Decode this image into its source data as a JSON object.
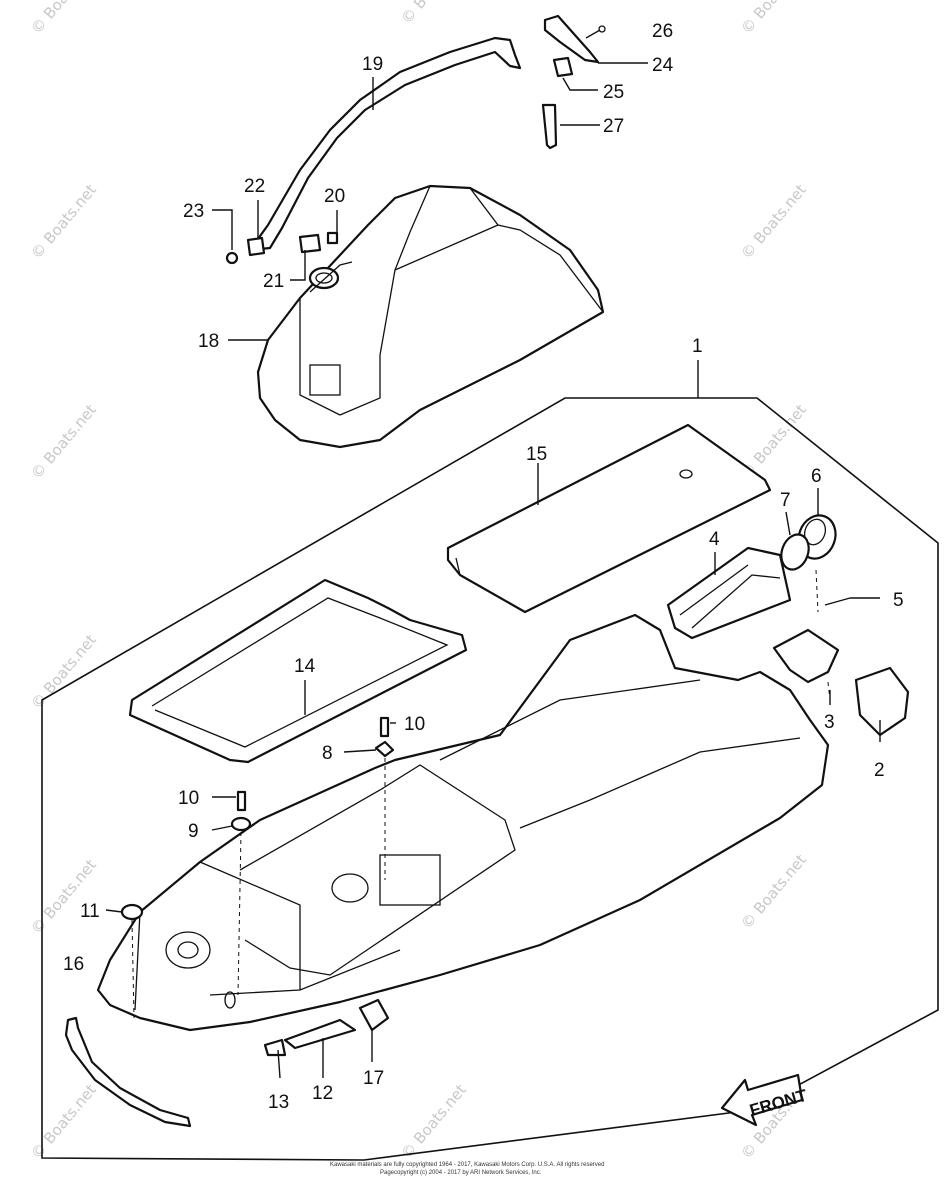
{
  "callouts": {
    "p1": "1",
    "p2": "2",
    "p3": "3",
    "p4": "4",
    "p5": "5",
    "p6": "6",
    "p7": "7",
    "p8": "8",
    "p9": "9",
    "p10a": "10",
    "p10b": "10",
    "p11": "11",
    "p12": "12",
    "p13": "13",
    "p14": "14",
    "p15": "15",
    "p16": "16",
    "p17": "17",
    "p18": "18",
    "p19": "19",
    "p20": "20",
    "p21": "21",
    "p22": "22",
    "p23": "23",
    "p24": "24",
    "p25": "25",
    "p26": "26",
    "p27": "27"
  },
  "front_label": "FRONT",
  "watermark": "© Boats.net",
  "copyright_lines": [
    "Kawasaki materials are fully copyrighted 1964 - 2017, Kawasaki Motors Corp. U.S.A. All rights reserved",
    "Pagecopyright (c) 2004 - 2017 by ARI Network Services, Inc."
  ],
  "colors": {
    "ink": "#111111",
    "watermark": "#c8c8c8",
    "background": "#ffffff"
  }
}
